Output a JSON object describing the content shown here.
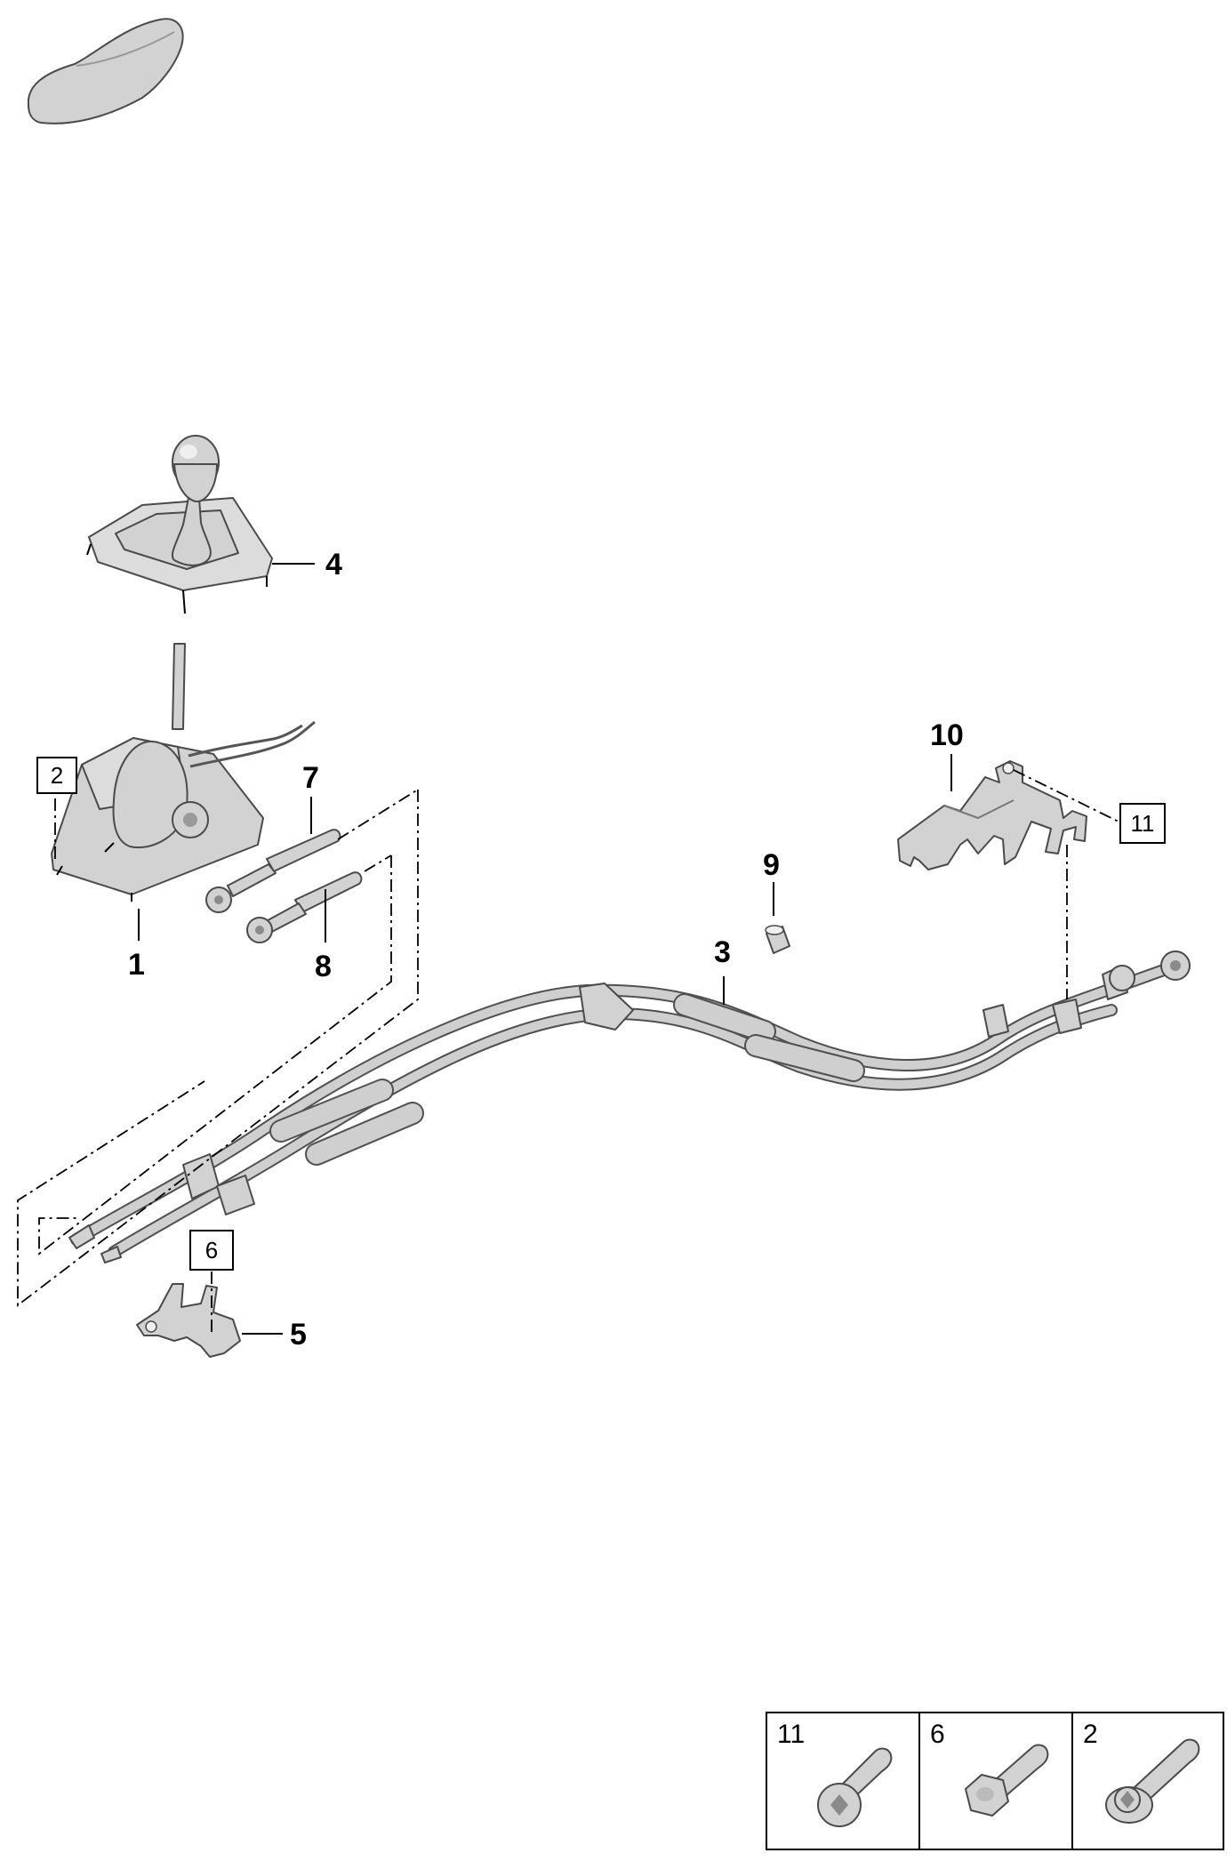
{
  "callouts": {
    "c1": "1",
    "c3": "3",
    "c4": "4",
    "c5": "5",
    "c7": "7",
    "c8": "8",
    "c9": "9",
    "c10": "10"
  },
  "boxed_refs": {
    "b2": "2",
    "b6": "6",
    "b11": "11"
  },
  "legend": {
    "cells": [
      {
        "label": "11",
        "icon": "torx-flange-bolt-icon"
      },
      {
        "label": "6",
        "icon": "hex-flange-bolt-icon"
      },
      {
        "label": "2",
        "icon": "torx-washer-bolt-icon"
      }
    ]
  },
  "colors": {
    "part_fill": "#d2d2d2",
    "part_outline": "#4a4a4a",
    "line": "#000000"
  }
}
